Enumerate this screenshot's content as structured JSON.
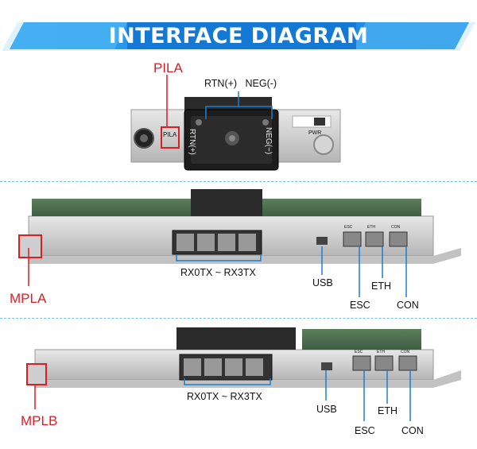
{
  "title": "INTERFACE DIAGRAM",
  "sections": {
    "pila": {
      "name": "PILA",
      "connectors_top": "RTN(+)   NEG(-)",
      "panel_label": "PILA",
      "terminal_left": "RTN(+)",
      "terminal_right": "NEG(−)",
      "side_label": "PWR"
    },
    "mpla": {
      "name": "MPLA",
      "sfp_ports": "RX0TX ~ RX3TX",
      "usb": "USB",
      "eth": "ETH",
      "esc": "ESC",
      "con": "CON",
      "port_labels": [
        "ESC",
        "ETH",
        "CON"
      ]
    },
    "mplb": {
      "name": "MPLB",
      "sfp_ports": "RX0TX ~ RX3TX",
      "usb": "USB",
      "eth": "ETH",
      "esc": "ESC",
      "con": "CON",
      "port_labels": [
        "ESC",
        "ETH",
        "CON"
      ]
    }
  },
  "colors": {
    "banner": "#1b8ee6",
    "banner_light": "#49b5f3",
    "callout_red": "#d81f26",
    "callout_blue": "#1a7fd1",
    "dash": "#6ec0e8"
  }
}
